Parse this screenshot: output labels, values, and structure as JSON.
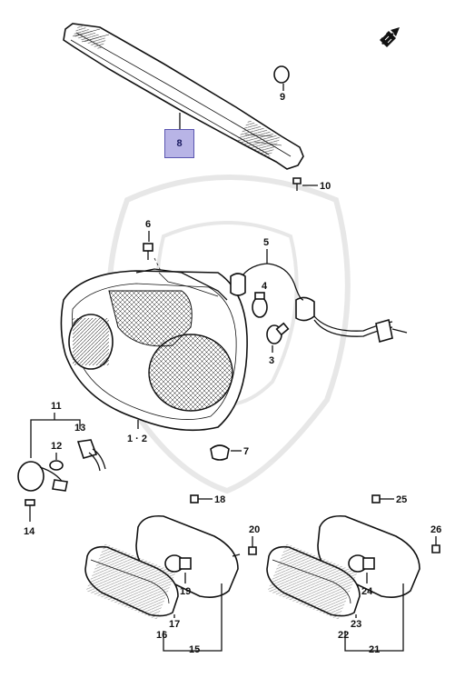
{
  "diagram": {
    "highlighted_callout": "8",
    "callouts": {
      "p1_2": "1 · 2",
      "p3": "3",
      "p4": "4",
      "p5": "5",
      "p6": "6",
      "p7": "7",
      "p9": "9",
      "p10": "10",
      "p11": "11",
      "p12": "12",
      "p13": "13",
      "p14": "14",
      "p15": "15",
      "p16": "16",
      "p17": "17",
      "p18": "18",
      "p19": "19",
      "p20": "20",
      "p21": "21",
      "p22": "22",
      "p23": "23",
      "p24": "24",
      "p25": "25",
      "p26": "26"
    },
    "colors": {
      "highlight_fill": "#b8b4e6",
      "highlight_border": "#5a55b0",
      "line": "#111111"
    },
    "icons": [
      "front-direction-arrow-icon"
    ]
  }
}
